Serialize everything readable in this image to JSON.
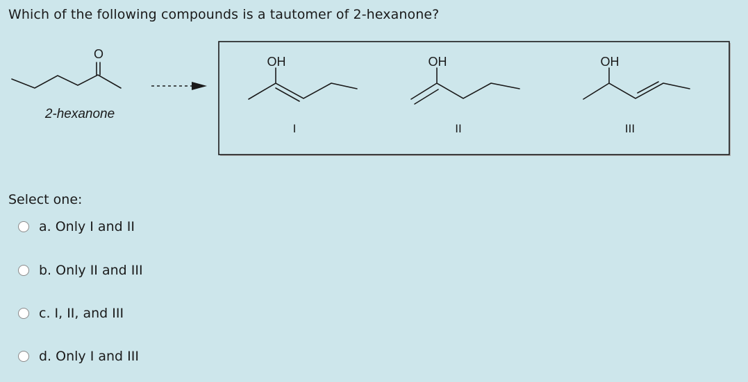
{
  "question": {
    "text": "Which of the following compounds is a tautomer of 2-hexanone?"
  },
  "figure": {
    "reactant": {
      "atom_label": "O",
      "name": "2-hexanone"
    },
    "products": [
      {
        "atom_label": "OH",
        "numeral": "I"
      },
      {
        "atom_label": "OH",
        "numeral": "II"
      },
      {
        "atom_label": "OH",
        "numeral": "III"
      }
    ]
  },
  "answer": {
    "prompt": "Select one:",
    "options": [
      {
        "label": "a. Only I and II"
      },
      {
        "label": "b. Only II and III"
      },
      {
        "label": "c. I, II, and III"
      },
      {
        "label": "d. Only I and III"
      }
    ]
  },
  "colors": {
    "background": "#cde6eb",
    "text": "#1a1a1a",
    "radio_border": "#8a8a8a",
    "radio_fill": "#ffffff"
  }
}
